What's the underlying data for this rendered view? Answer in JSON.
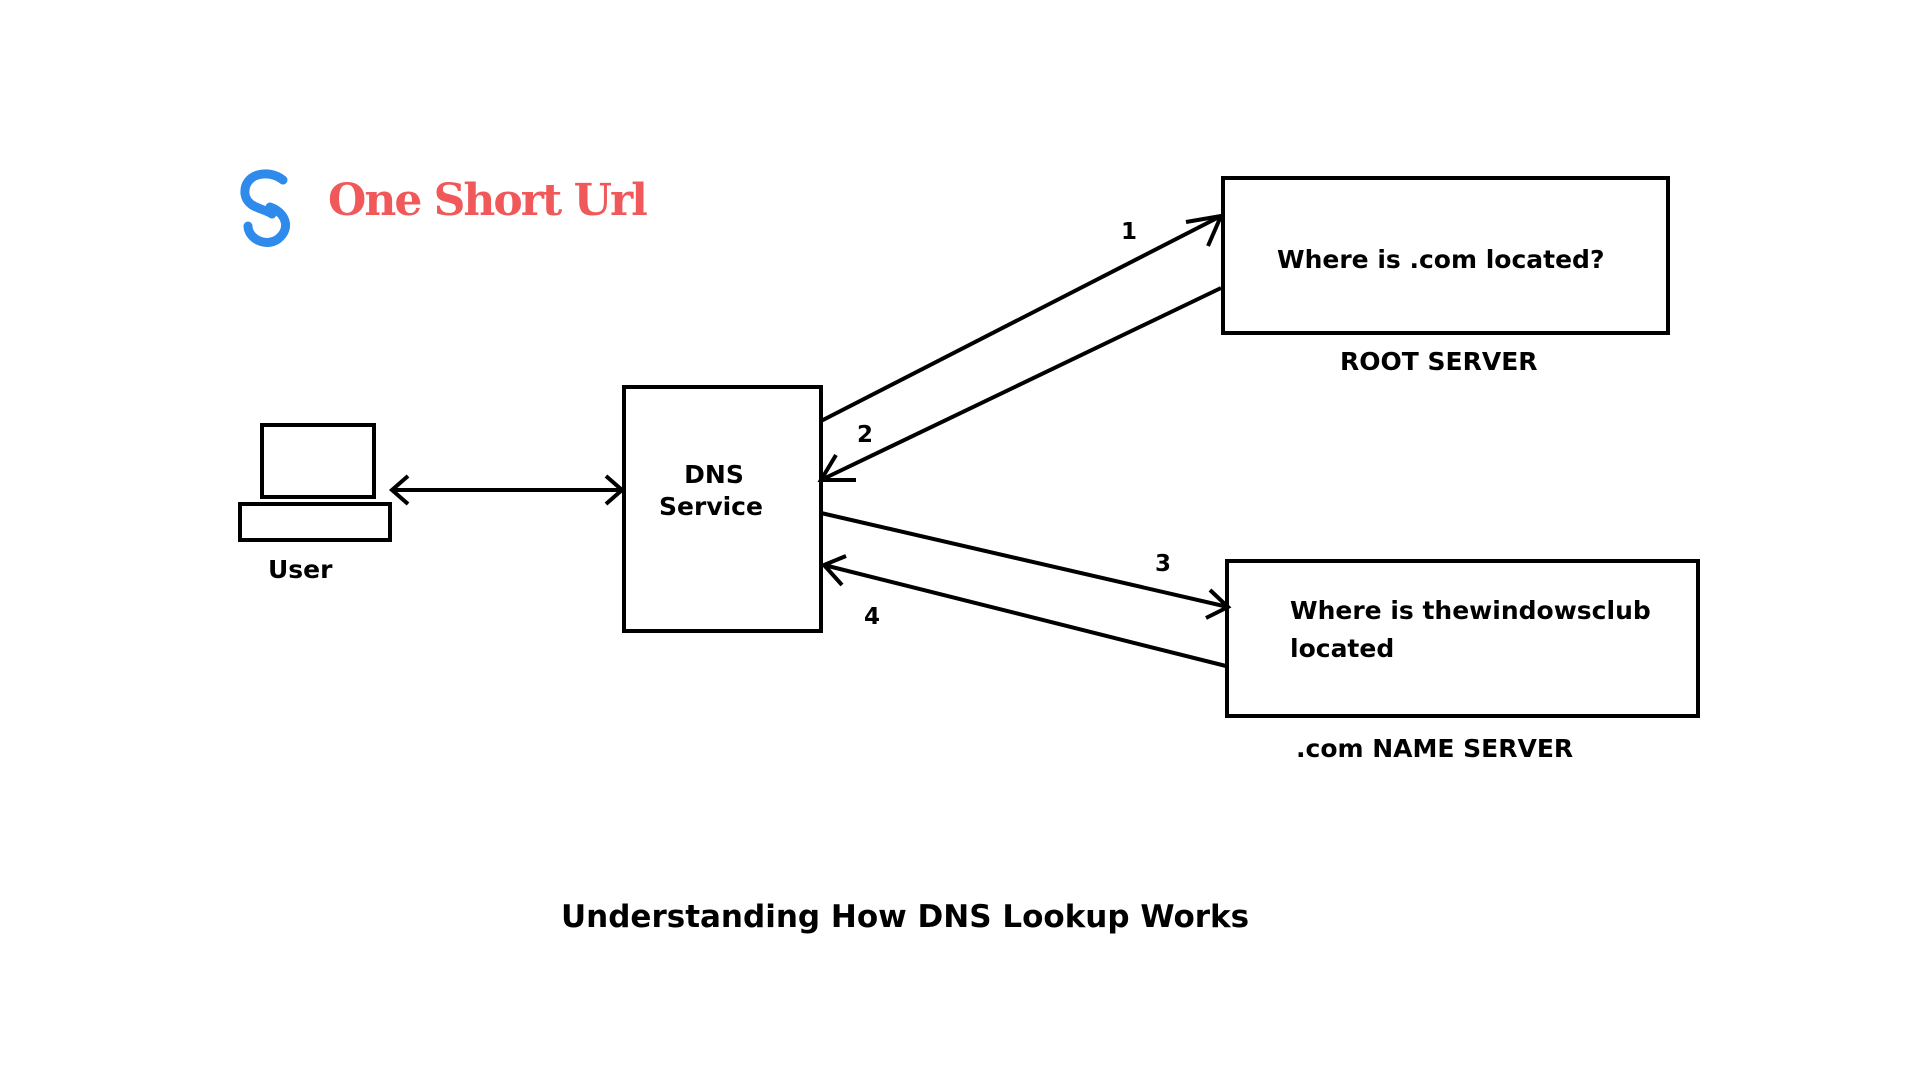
{
  "brand": {
    "name": "One Short Url",
    "text_color": "#F0585A",
    "icon_color": "#2E8BEB",
    "icon": "s-link-icon"
  },
  "nodes": {
    "user": {
      "label": "User",
      "icon": "computer-icon"
    },
    "dns_service": {
      "line1": "DNS",
      "line2": "Service"
    },
    "root_server": {
      "text": "Where is .com located?",
      "caption": "ROOT SERVER"
    },
    "name_server": {
      "line1": "Where is thewindowsclub",
      "line2": "located",
      "caption": ".com NAME SERVER"
    }
  },
  "arrows": [
    {
      "step": "1",
      "from": "dns_service",
      "to": "root_server"
    },
    {
      "step": "2",
      "from": "root_server",
      "to": "dns_service"
    },
    {
      "step": "3",
      "from": "dns_service",
      "to": "name_server"
    },
    {
      "step": "4",
      "from": "name_server",
      "to": "dns_service"
    }
  ],
  "user_link": {
    "from": "user",
    "to": "dns_service",
    "bidirectional": true
  },
  "title": "Understanding How DNS Lookup Works",
  "colors": {
    "stroke": "#000000",
    "background": "#FFFFFF"
  }
}
